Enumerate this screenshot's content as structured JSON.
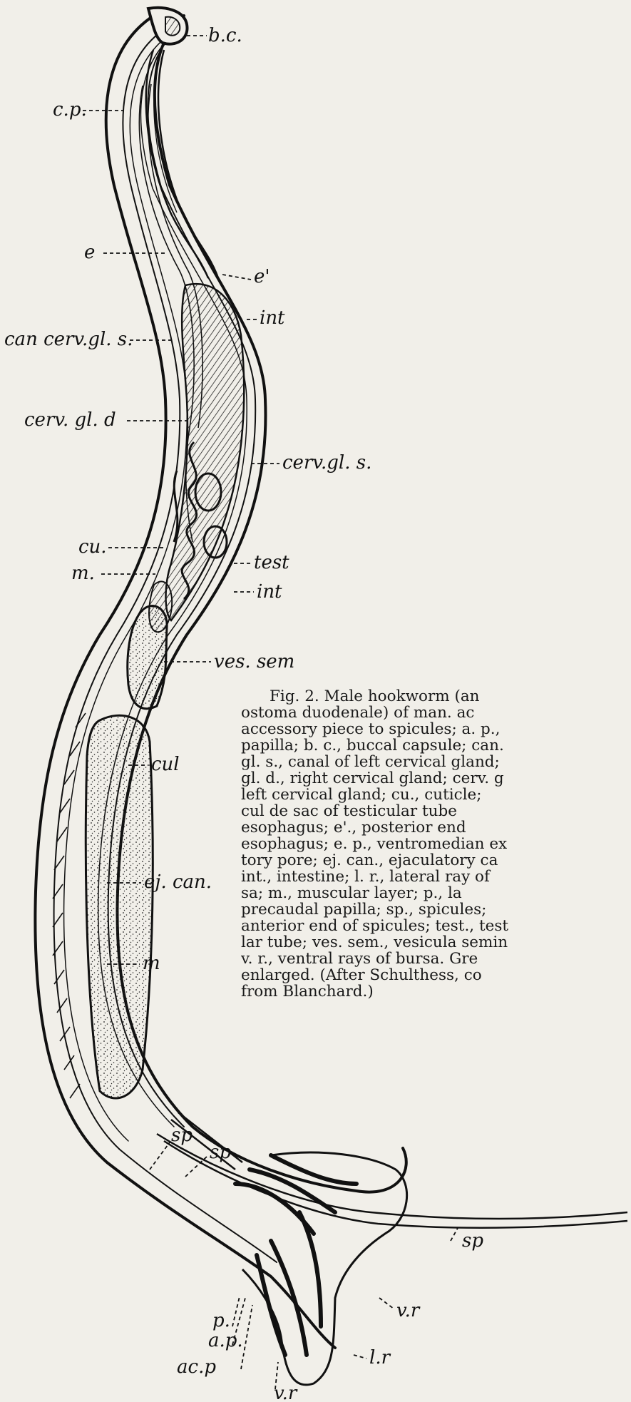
{
  "labels": {
    "bc": "b.c.",
    "cp": "c.p.",
    "e": "e",
    "e_prime": "e'",
    "int_top": "int",
    "can_cerv_gl_s": "can cerv.gl. s.",
    "cerv_gl_d": "cerv. gl. d",
    "cerv_gl_s": "cerv.gl. s.",
    "cu_left": "cu.",
    "m_left": "m.",
    "test": "test",
    "int_mid": "int",
    "ves_sem": "ves. sem",
    "cul": "cul",
    "ej_can": "ej. can.",
    "m_right": "m",
    "sp1": "sp",
    "sp2": "sp",
    "sp_tail": "sp",
    "vr_right": "v.r",
    "lr": "l.r",
    "p": "p.",
    "ap": "a.p.",
    "acp": "ac.p",
    "vr_bottom": "v.r"
  },
  "caption": {
    "lines": [
      "Fig. 2. Male hookworm (an",
      "ostoma duodenale) of man. ac",
      "accessory piece to spicules; a. p.,",
      "papilla; b. c., buccal capsule; can.",
      "gl. s., canal of left cervical gland;",
      "gl. d., right cervical gland; cerv. g",
      "left cervical gland; cu., cuticle;",
      "cul de sac of testicular tube",
      "esophagus; e'., posterior end",
      "esophagus; e. p., ventromedian ex",
      "tory pore; ej. can., ejaculatory ca",
      "int., intestine; l. r., lateral ray of",
      "sa; m., muscular layer; p., la",
      "precaudal papilla; sp., spicules;",
      "anterior end of spicules; test., test",
      "lar tube; ves. sem., vesicula semin",
      "v. r., ventral rays of bursa. Gre",
      "enlarged. (After Schulthess, co",
      "from Blanchard.)"
    ]
  }
}
